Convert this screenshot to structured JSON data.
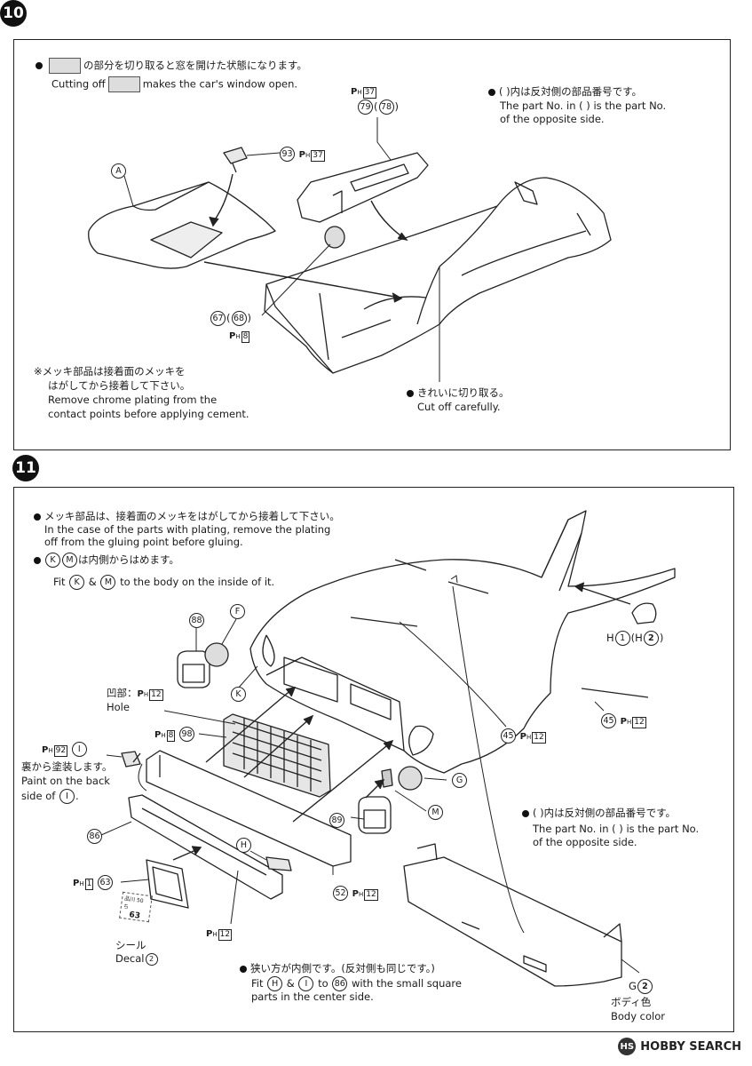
{
  "step10": {
    "number": "10",
    "note1_jp": "の部分を切り取ると窓を開けた状態になります。",
    "note1_en_pre": "Cutting off",
    "note1_en_post": "makes the car's window open.",
    "note2_jp": "( )内は反対側の部品番号です。",
    "note2_en_1": "The part No. in (      ) is the part No.",
    "note2_en_2": "of the opposite side.",
    "ph37_a": "37",
    "parts_79_78": [
      "79",
      "78"
    ],
    "part_93": "93",
    "ph37_b": "37",
    "label_A": "A",
    "parts_67_68": [
      "67",
      "68"
    ],
    "ph8": "8",
    "chrome_jp_1": "※メッキ部品は接着面のメッキを",
    "chrome_jp_2": "はがしてから接着して下さい。",
    "chrome_en_1": "Remove chrome plating from the",
    "chrome_en_2": "contact points before applying cement.",
    "cut_jp": "きれいに切り取る。",
    "cut_en": "Cut off carefully."
  },
  "step11": {
    "number": "11",
    "plating_jp": "メッキ部品は、接着面のメッキをはがしてから接着して下さい。",
    "plating_en_1": "In the case of the parts with plating, remove the plating",
    "plating_en_2": "off from the gluing point before gluing.",
    "km_jp": "は内側からはめます。",
    "km_en_pre": "Fit",
    "km_en_mid": "&",
    "km_en_post": "to the body on the inside of it.",
    "label_K": "K",
    "label_M": "M",
    "label_F": "F",
    "label_G": "G",
    "label_H": "H",
    "label_I": "I",
    "part_88": "88",
    "part_89": "89",
    "part_98": "98",
    "part_86": "86",
    "part_63": "63",
    "part_52": "52",
    "part_45a": "45",
    "part_45b": "45",
    "ph12_a": "12",
    "ph12_b": "12",
    "ph12_c": "12",
    "ph12_d": "12",
    "ph12_e": "12",
    "ph8": "8",
    "ph92": "92",
    "ph1": "1",
    "hole_jp": "凹部：",
    "hole_en": "Hole",
    "h1h2_pre": "H",
    "h1h2_1": "1",
    "h1h2_2": "2",
    "paint_jp": "裏から塗装します。",
    "paint_en_1": "Paint on the back",
    "paint_en_2": "side of",
    "seal_jp": "シール",
    "seal_en": "Decal",
    "decal_num": "2",
    "plate_text_1": "品川 50 ち",
    "plate_text_2": "63",
    "opp_jp": "( )内は反対側の部品番号です。",
    "opp_en_1": "The part No. in (      ) is the part No.",
    "opp_en_2": "of the opposite side.",
    "narrow_jp": "狭い方が内側です。(反対側も同じです。)",
    "narrow_en_1_pre": "Fit",
    "narrow_en_1_mid": "&",
    "narrow_en_1_to": "to",
    "narrow_en_1_post": "with the small square",
    "narrow_en_2": "parts in the center side.",
    "g2_label": "G",
    "g2_num": "2",
    "body_jp": "ボディ色",
    "body_en": "Body color"
  },
  "watermark": {
    "brand": "HOBBY SEARCH",
    "logo_text": "HS"
  }
}
